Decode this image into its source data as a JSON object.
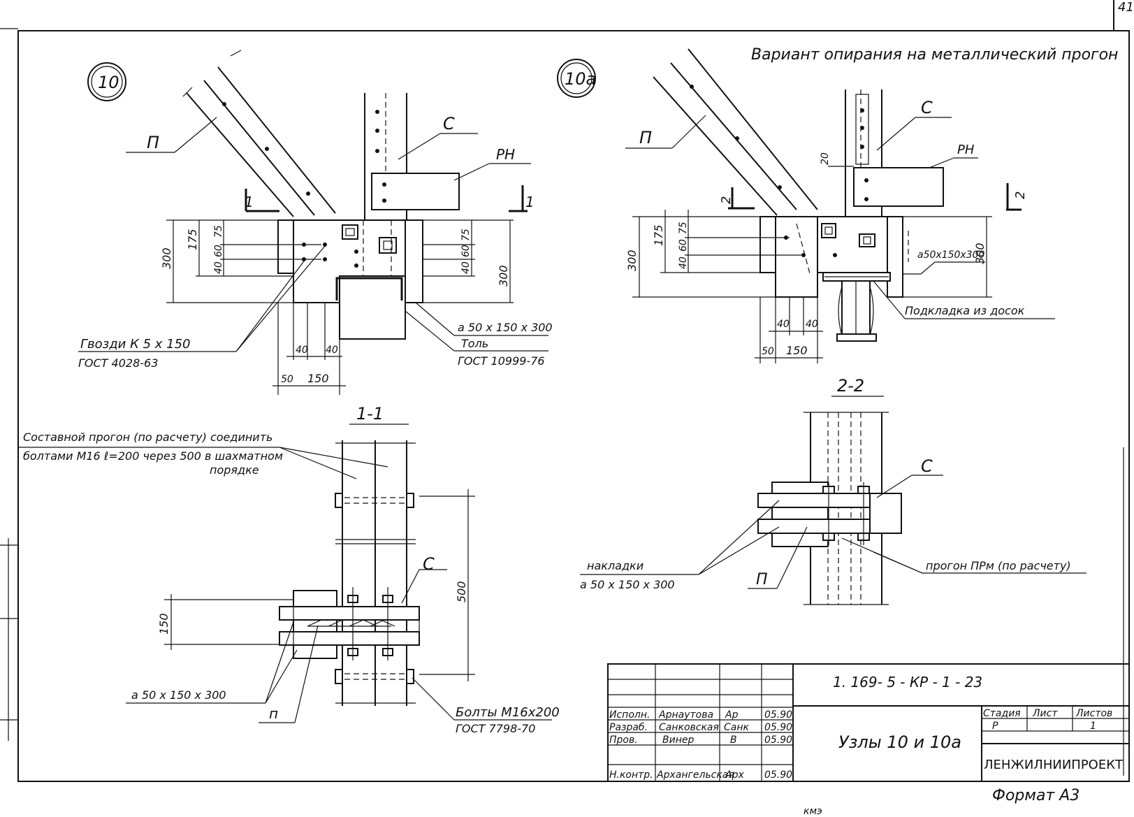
{
  "sheet": {
    "number": "41",
    "format": "Формат А3",
    "bottom_scribble": "кмэ"
  },
  "node10": {
    "marker": "10",
    "label_P": "П",
    "label_C": "С",
    "label_PH": "РН",
    "section_mark": "1",
    "dims": {
      "d300": "300",
      "d175": "175",
      "d75": "75",
      "d40": "40",
      "d60": "60",
      "d50": "50",
      "d150": "150"
    },
    "nails": "Гвозди  К 5 х 150",
    "nails_gost": "ГОСТ 4028-63",
    "plate": "а 50 х 150 х 300",
    "tol": "Толь",
    "tol_gost": "ГОСТ 10999-76"
  },
  "node10a": {
    "marker": "10а",
    "title": "Вариант опирания на металлический прогон",
    "label_P": "П",
    "label_C": "С",
    "label_PH": "РН",
    "section_mark": "2",
    "dims": {
      "d300": "300",
      "d175": "175",
      "d75": "75",
      "d40": "40",
      "d60": "60",
      "d50": "50",
      "d150": "150",
      "d20": "20"
    },
    "plate": "а50х150х300",
    "pad": "Подкладка из досок"
  },
  "section11": {
    "title": "1-1",
    "note_line1": "Составной прогон (по расчету) соединить",
    "note_line2": "болтами  М16 ℓ=200  через 500 в шахматном",
    "note_line3": "порядке",
    "label_C": "С",
    "label_p": "п",
    "dim500": "500",
    "dim150": "150",
    "plate": "а 50 х 150 х 300",
    "bolts": "Болты  М16х200",
    "bolts_gost": "ГОСТ 7798-70"
  },
  "section22": {
    "title": "2-2",
    "label_C": "С",
    "label_P": "П",
    "overlays": "накладки",
    "overlays_size": "а 50 х 150 х 300",
    "purlin": "прогон ПРм (по расчету)"
  },
  "title_block": {
    "code": "1. 169- 5 - КР - 1 - 23",
    "name": "Узлы 10 и 10а",
    "stage_header": "Стадия",
    "sheet_header": "Лист",
    "sheets_header": "Листов",
    "stage": "Р",
    "sheet": "",
    "sheets": "1",
    "org": "ЛЕНЖИЛНИИПРОЕКТ",
    "rows": [
      {
        "role": "Исполн.",
        "name": "Арнаутова",
        "sign": "Ар",
        "date": "05.90"
      },
      {
        "role": "Разраб.",
        "name": "Санковская",
        "sign": "Санк",
        "date": "05.90"
      },
      {
        "role": "Пров.",
        "name": "Винер",
        "sign": "В",
        "date": "05.90"
      },
      {
        "role": "Н.контр.",
        "name": "Архангельская",
        "sign": "Арх",
        "date": "05.90"
      }
    ]
  }
}
